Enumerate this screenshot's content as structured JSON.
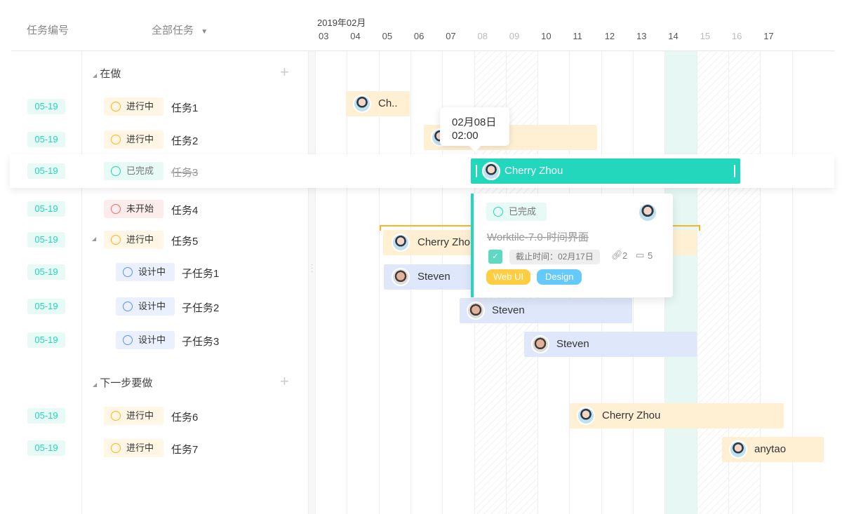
{
  "header": {
    "col_id": "任务编号",
    "col_task": "全部任务",
    "month": "2019年02月",
    "days": [
      {
        "d": "03",
        "off": false
      },
      {
        "d": "04",
        "off": false
      },
      {
        "d": "05",
        "off": false
      },
      {
        "d": "06",
        "off": false
      },
      {
        "d": "07",
        "off": false
      },
      {
        "d": "08",
        "off": true
      },
      {
        "d": "09",
        "off": true
      },
      {
        "d": "10",
        "off": false
      },
      {
        "d": "11",
        "off": false
      },
      {
        "d": "12",
        "off": false
      },
      {
        "d": "13",
        "off": false
      },
      {
        "d": "14",
        "off": false
      },
      {
        "d": "15",
        "off": true
      },
      {
        "d": "16",
        "off": true
      },
      {
        "d": "17",
        "off": false
      }
    ]
  },
  "groups": [
    {
      "label": "在做"
    },
    {
      "label": "下一步要做"
    }
  ],
  "rows": [
    {
      "date": "05-19",
      "status": "进行中",
      "name": "任务1"
    },
    {
      "date": "05-19",
      "status": "进行中",
      "name": "任务2"
    },
    {
      "date": "05-19",
      "status": "已完成",
      "name": "任务3"
    },
    {
      "date": "05-19",
      "status": "未开始",
      "name": "任务4"
    },
    {
      "date": "05-19",
      "status": "进行中",
      "name": "任务5"
    },
    {
      "date": "05-19",
      "status": "设计中",
      "name": "子任务1"
    },
    {
      "date": "05-19",
      "status": "设计中",
      "name": "子任务2"
    },
    {
      "date": "05-19",
      "status": "设计中",
      "name": "子任务3"
    },
    {
      "date": "05-19",
      "status": "进行中",
      "name": "任务6"
    },
    {
      "date": "05-19",
      "status": "进行中",
      "name": "任务7"
    }
  ],
  "bars": [
    {
      "label": "Ch.."
    },
    {
      "label": ""
    },
    {
      "label": "Cherry Zhou"
    },
    {
      "label": "Cherry Zhou"
    },
    {
      "label": "Steven"
    },
    {
      "label": "Steven"
    },
    {
      "label": "Steven"
    },
    {
      "label": "Cherry Zhou"
    },
    {
      "label": "anytao"
    }
  ],
  "tooltip": {
    "date": "02月08日",
    "time": "02:00"
  },
  "card": {
    "status": "已完成",
    "title": "Worktile-7.0-时间界面",
    "deadline": "截止时间：02月17日",
    "attachments": "2",
    "comments": "5",
    "tags": [
      "Web UI",
      "Design"
    ]
  },
  "colors": {
    "accent": "#22d7bb",
    "yellow_bar": "#fff0d4",
    "blue_bar": "#dfe7fb"
  }
}
